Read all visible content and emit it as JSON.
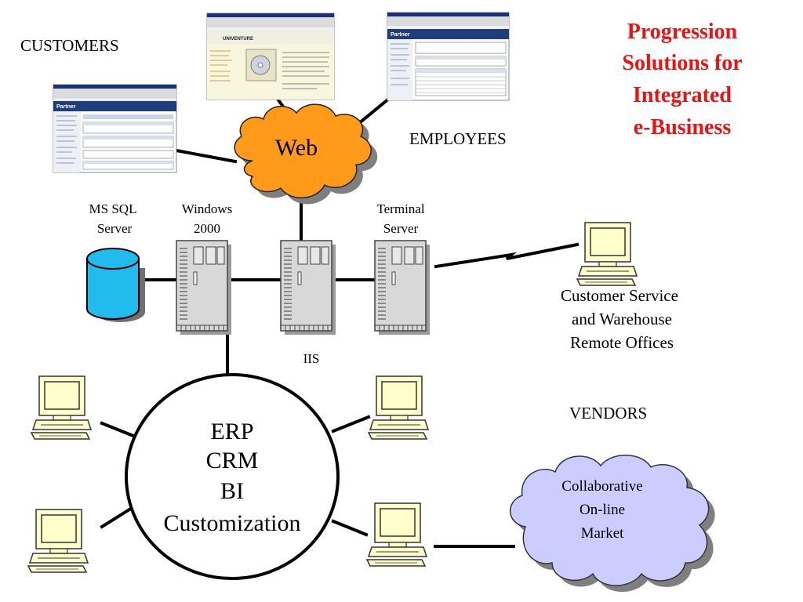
{
  "title": {
    "lines": [
      "Progression",
      "Solutions for",
      "Integrated",
      "e-Business"
    ],
    "color": "#ee1111"
  },
  "groups": {
    "customers": "CUSTOMERS",
    "employees": "EMPLOYEES",
    "vendors": "VENDORS"
  },
  "web_cloud": {
    "label": "Web",
    "color": "#ff9a1a"
  },
  "servers": {
    "ms_sql": [
      "MS SQL",
      "Server"
    ],
    "windows": [
      "Windows",
      "2000"
    ],
    "terminal": [
      "Terminal",
      "Server"
    ],
    "iis": "IIS"
  },
  "remote_offices": [
    "Customer Service",
    "and Warehouse",
    "Remote Offices"
  ],
  "core": [
    "ERP",
    "CRM",
    "BI",
    "Customization"
  ],
  "market_cloud": {
    "lines": [
      "Collaborative",
      "On-line",
      "Market"
    ],
    "color": "#ccccff"
  },
  "colors": {
    "database": "#22bbee",
    "server": "#d8d8d8",
    "terminal": "#ffffcc"
  },
  "screenshots": {
    "customer_portal": {
      "brand": "Partner"
    },
    "univenture_site": {
      "brand": "UNIVENTURE"
    },
    "employee_portal": {
      "brand": "Partner"
    }
  }
}
